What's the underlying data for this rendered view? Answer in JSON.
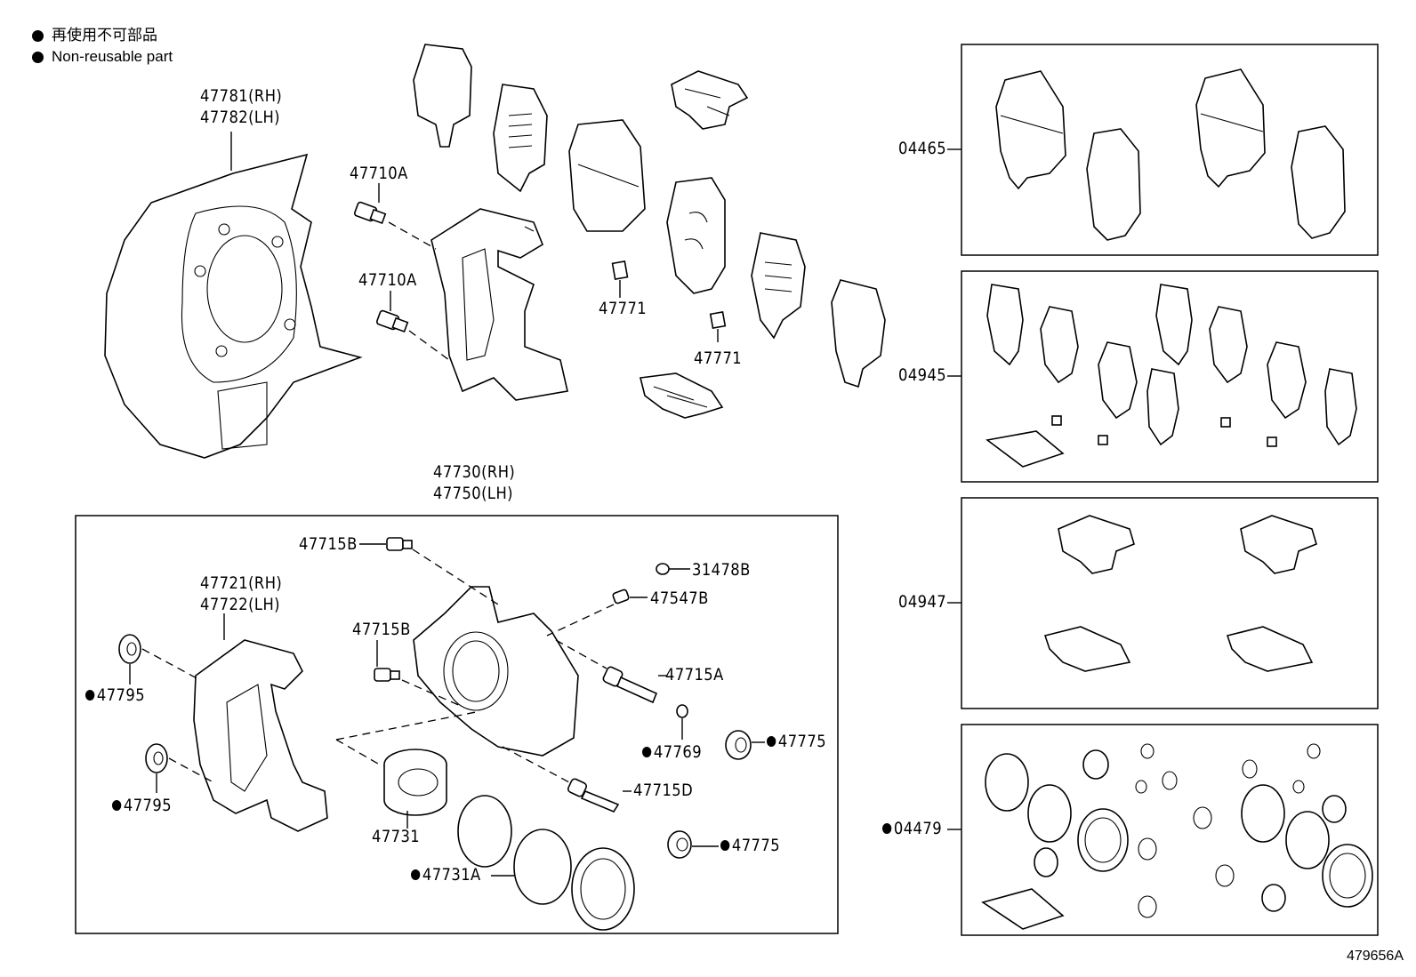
{
  "legend": {
    "line_jp": "再使用不可部品",
    "line_en": "Non-reusable part"
  },
  "labels": {
    "p47781": "47781(RH)",
    "p47782": "47782(LH)",
    "p47710a_1": "47710A",
    "p47710a_2": "47710A",
    "p47771_1": "47771",
    "p47771_2": "47771",
    "p47730": "47730(RH)",
    "p47750": "47750(LH)",
    "p47715b_1": "47715B",
    "p31478b": "31478B",
    "p47721": "47721(RH)",
    "p47722": "47722(LH)",
    "p47547b": "47547B",
    "p47715b_2": "47715B",
    "p47715a": "47715A",
    "p47795_1": "47795",
    "p47795_2": "47795",
    "p47769": "47769",
    "p47775_1": "47775",
    "p47715d": "47715D",
    "p47731": "47731",
    "p47775_2": "47775",
    "p47731a": "47731A",
    "p04465": "04465",
    "p04945": "04945",
    "p04947": "04947",
    "p04479": "04479"
  },
  "illustration_code": "479656A"
}
